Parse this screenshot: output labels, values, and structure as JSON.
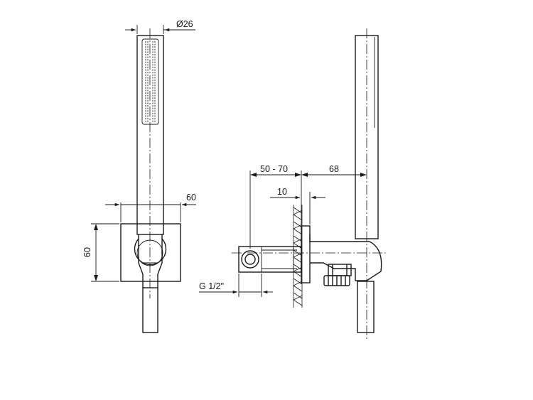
{
  "dimensions": {
    "handshower_diameter": "Ø26",
    "wall_plate_width": "60",
    "wall_plate_height": "60",
    "projection_range": "50 - 70",
    "handshower_offset": "68",
    "plate_thickness": "10",
    "thread_size": "G 1/2\""
  }
}
